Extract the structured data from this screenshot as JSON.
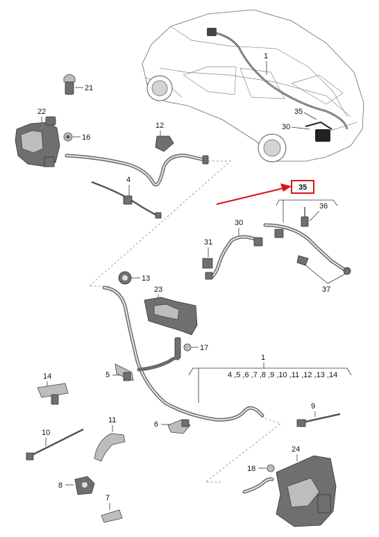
{
  "diagram": {
    "callouts": {
      "c1_car": "1",
      "c21": "21",
      "c22": "22",
      "c16": "16",
      "c12": "12",
      "c4": "4",
      "c35_car": "35",
      "c30_car": "30",
      "c35_box": "35",
      "c36": "36",
      "c30": "30",
      "c31": "31",
      "c37": "37",
      "c13": "13",
      "c23": "23",
      "c17": "17",
      "c1_group": "1",
      "c1_list": "4 ,5 ,6 ,7 ,8 ,9 ,10 ,11 ,12 ,13 ,14",
      "c14": "14",
      "c5": "5",
      "c10": "10",
      "c11": "11",
      "c6": "6",
      "c8": "8",
      "c7": "7",
      "c9": "9",
      "c24": "24",
      "c18": "18"
    },
    "highlight_color": "#e01010",
    "arrow_color": "#e01010"
  }
}
